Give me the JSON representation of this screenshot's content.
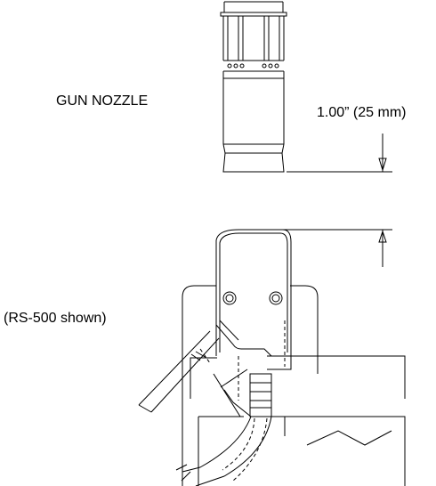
{
  "labels": {
    "nozzle": "GUN NOZZLE",
    "dimension": "1.00” (25 mm)",
    "model_shown": "(RS-500 shown)"
  },
  "colors": {
    "stroke": "#000000",
    "background": "#ffffff"
  }
}
